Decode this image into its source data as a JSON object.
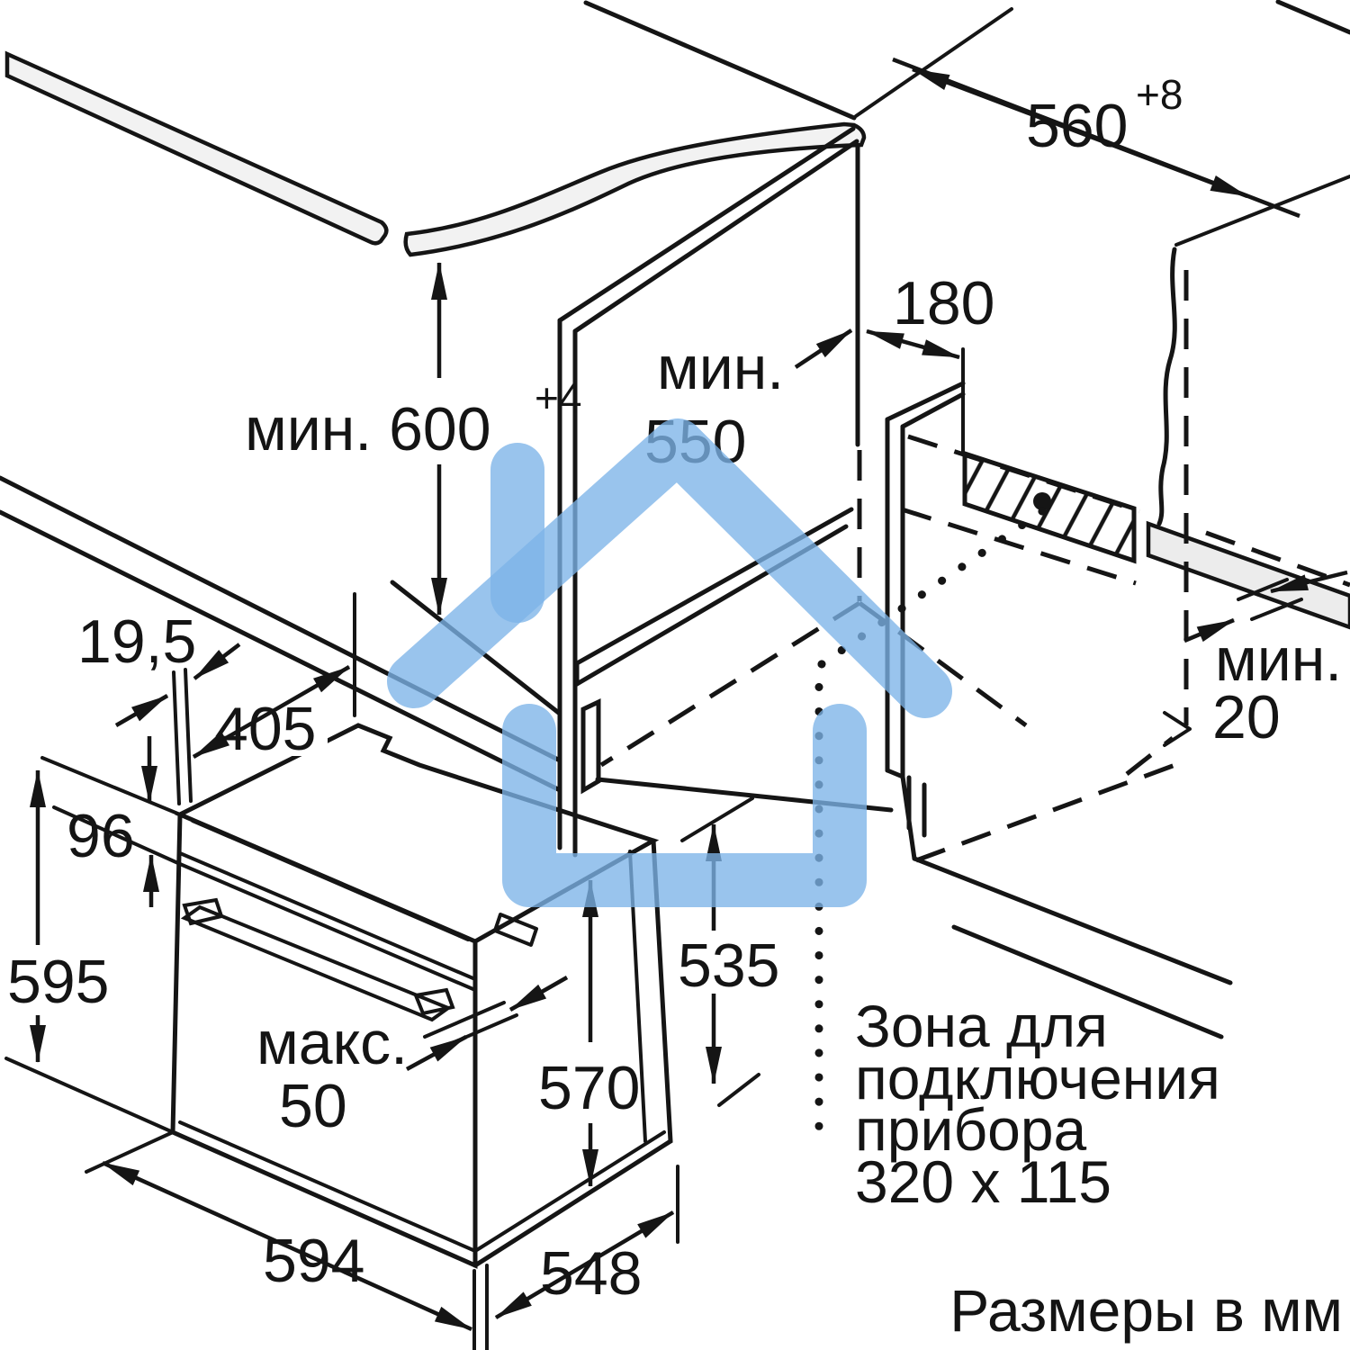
{
  "diagram": {
    "title_hint": "built-in oven installation drawing",
    "units_note": "Размеры в мм",
    "accent_watermark_color": "#7CB4E8",
    "line_color": "#151515",
    "dimensions": {
      "niche_height": {
        "text": "мин. 600",
        "sup": "+4"
      },
      "niche_depth": {
        "line1": "мин.",
        "line2": "550"
      },
      "back_offset": "180",
      "niche_width": {
        "text": "560",
        "sup": "+8"
      },
      "front_overhang": "19,5",
      "top_depth": "405",
      "panel_height": "96",
      "oven_height": "595",
      "door_protrusion": {
        "line1": "макс.",
        "line2": "50"
      },
      "body_height": "570",
      "body_rear_height": "535",
      "oven_width": "594",
      "body_depth": "548",
      "rear_gap": {
        "line1": "мин.",
        "line2": "20"
      }
    },
    "connection_zone": {
      "line1": "Зона для",
      "line2": "подключения",
      "line3": "прибора",
      "line4": "320 x 115"
    }
  }
}
